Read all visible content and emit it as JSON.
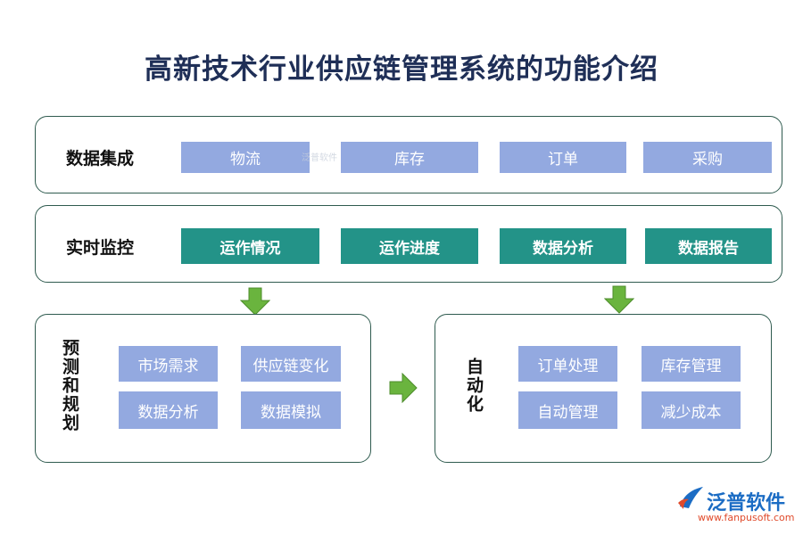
{
  "title": "高新技术行业供应链管理系统的功能介绍",
  "sections": {
    "integration": {
      "label": "数据集成",
      "items": [
        "物流",
        "库存",
        "订单",
        "采购"
      ]
    },
    "monitoring": {
      "label": "实时监控",
      "items": [
        "运作情况",
        "运作进度",
        "数据分析",
        "数据报告"
      ]
    },
    "planning": {
      "label": "预测和规划",
      "items": [
        "市场需求",
        "供应链变化",
        "数据分析",
        "数据模拟"
      ]
    },
    "automation": {
      "label": "自动化",
      "items": [
        "订单处理",
        "库存管理",
        "自动管理",
        "减少成本"
      ]
    }
  },
  "watermark": "泛普软件",
  "logo": {
    "name": "泛普软件",
    "url": "www.fanpusoft.com"
  },
  "colors": {
    "title": "#1f2f57",
    "blue_box": "#93a9e0",
    "teal_box": "#239388",
    "arrow": "#6ab43e",
    "border": "#2f5b4f"
  }
}
